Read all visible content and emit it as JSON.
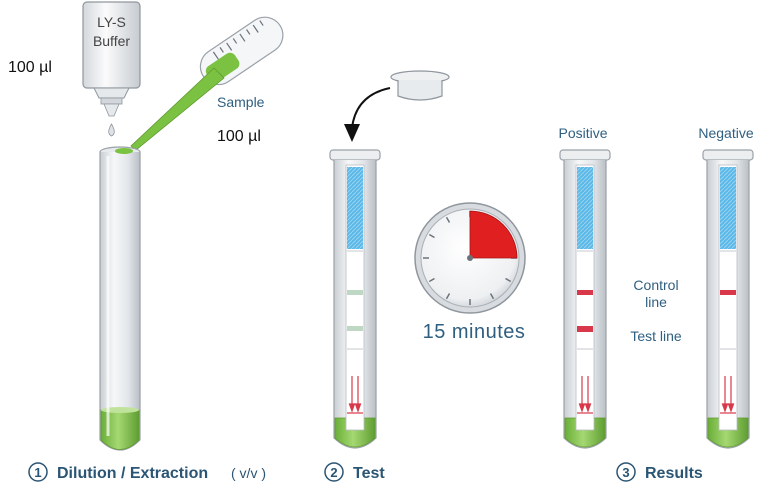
{
  "colors": {
    "accent": "#2a5574",
    "liquid": "#7cc242",
    "strip_pad": "#5bb8e6",
    "line_red": "#d8384a",
    "timer_red": "#e02020"
  },
  "step1": {
    "vol_buffer": "100 µl",
    "bottle_text_1": "LY-S",
    "bottle_text_2": "Buffer",
    "sample_label": "Sample",
    "vol_sample": "100 µl",
    "number": "1",
    "title": "Dilution / Extraction",
    "title_suffix": "( v/v )"
  },
  "step2": {
    "timer_text": "15 minutes",
    "timer_fraction": 0.25,
    "number": "2",
    "title": "Test"
  },
  "step3": {
    "positive": "Positive",
    "negative": "Negative",
    "control_line_1": "Control",
    "control_line_2": "line",
    "test_line": "Test line",
    "number": "3",
    "title": "Results"
  }
}
